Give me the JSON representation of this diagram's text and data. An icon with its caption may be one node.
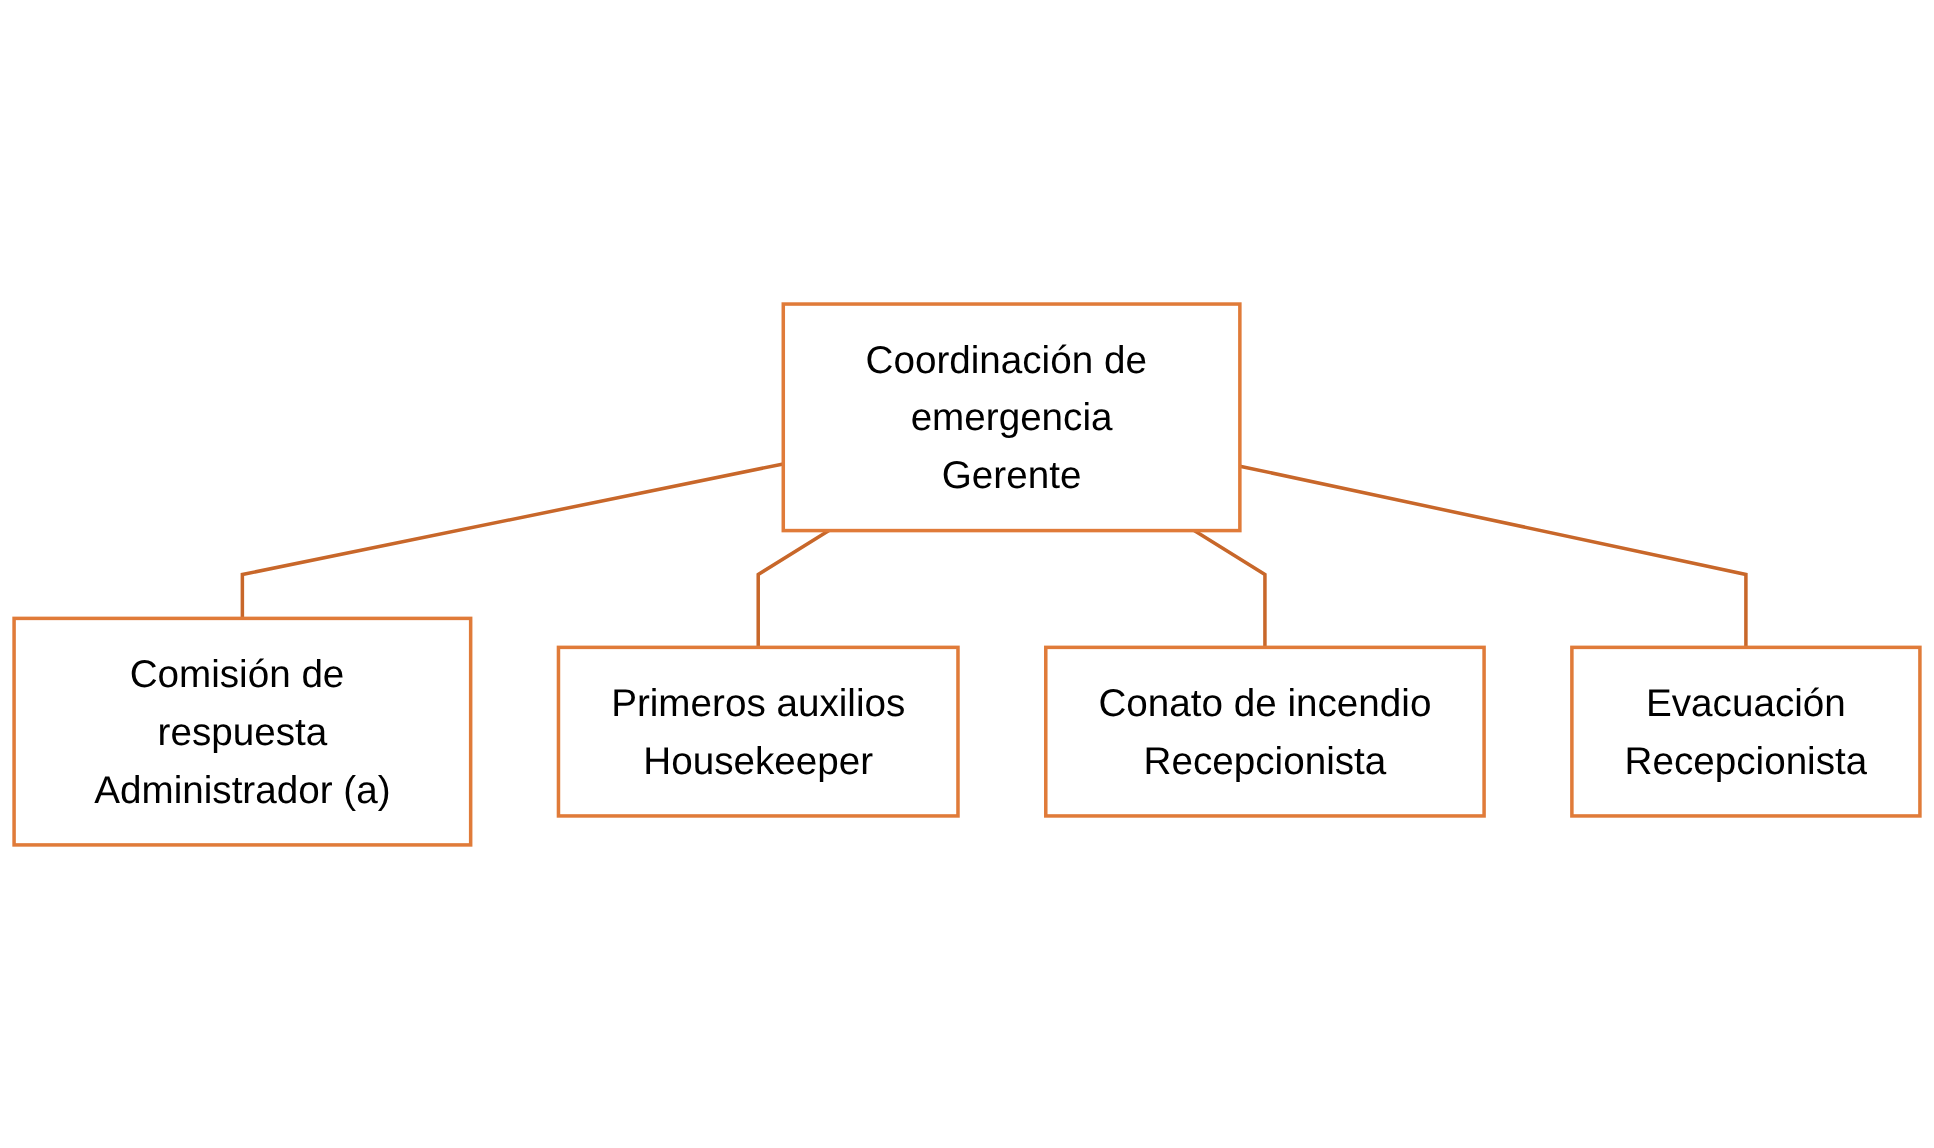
{
  "diagram": {
    "nodes": [
      {
        "text": [
          "Coordinación de emergencia",
          "Gerente"
        ]
      },
      {
        "text": [
          "Comisión de respuesta",
          "Administrador (a)"
        ]
      },
      {
        "text": [
          "Primeros auxilios",
          "Housekeeper"
        ]
      },
      {
        "text": [
          "Conato de incendio",
          "Recepcionista"
        ]
      },
      {
        "text": [
          "Evacuación",
          "Recepcionista"
        ]
      }
    ],
    "edges": [
      {
        "from": 0,
        "to": 1,
        "arrow": "none"
      },
      {
        "from": 0,
        "to": 2,
        "arrow": "none"
      },
      {
        "from": 0,
        "to": 3,
        "arrow": "none"
      },
      {
        "from": 0,
        "to": 4,
        "arrow": "none"
      }
    ]
  }
}
